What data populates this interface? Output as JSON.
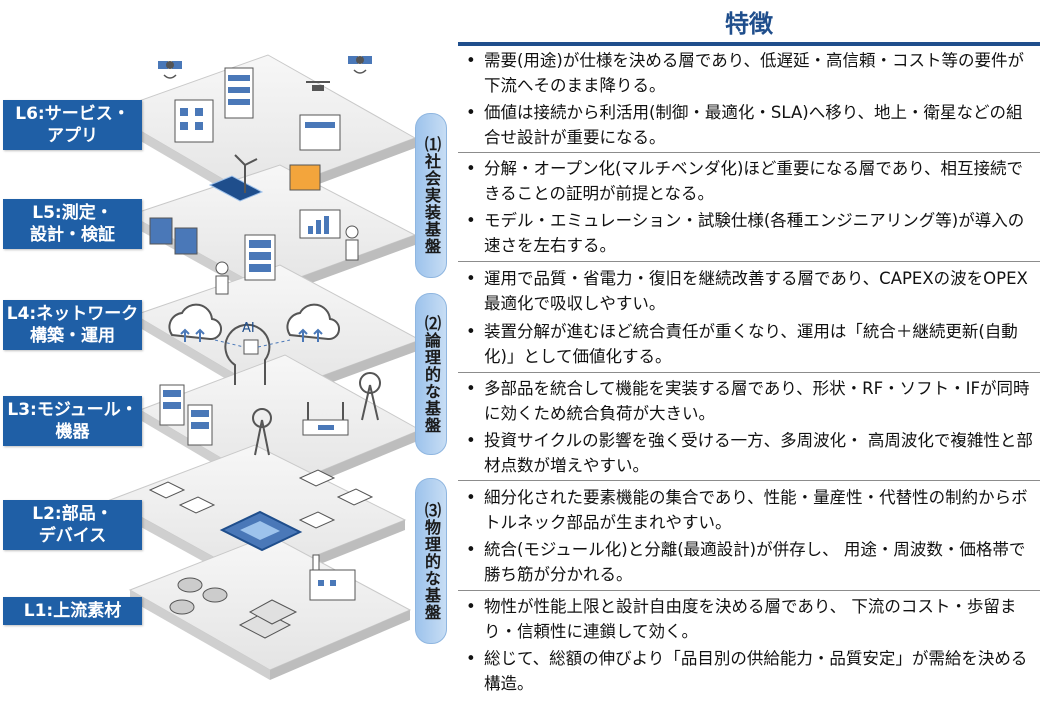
{
  "title": "特徴",
  "layers": [
    {
      "label_lines": [
        "L6:サービス・",
        "アプリ"
      ]
    },
    {
      "label_lines": [
        "L5:測定・",
        "設計・検証"
      ]
    },
    {
      "label_lines": [
        "L4:ネットワーク",
        "構築・運用"
      ]
    },
    {
      "label_lines": [
        "L3:モジュール・",
        "機器"
      ]
    },
    {
      "label_lines": [
        "L2:部品・",
        "デバイス"
      ]
    },
    {
      "label_lines": [
        "L1:上流素材"
      ]
    }
  ],
  "groups": [
    {
      "label": "⑴社会実装基盤"
    },
    {
      "label": "⑵論理的な基盤"
    },
    {
      "label": "⑶物理的な基盤"
    }
  ],
  "illustration": {
    "ai_text": "AI"
  },
  "features": [
    {
      "bullets": [
        "需要(用途)が仕様を決める層であり、低遅延・高信頼・コスト等の要件が下流へそのまま降りる。",
        "価値は接続から利活用(制御・最適化・SLA)へ移り、地上・衛星などの組合せ設計が重要になる。"
      ]
    },
    {
      "bullets": [
        "分解・オープン化(マルチベンダ化)ほど重要になる層であり、相互接続できることの証明が前提となる。",
        "モデル・エミュレーション・試験仕様(各種エンジニアリング等)が導入の速さを左右する。"
      ]
    },
    {
      "bullets": [
        "運用で品質・省電力・復旧を継続改善する層であり、CAPEXの波をOPEX最適化で吸収しやすい。",
        "装置分解が進むほど統合責任が重くなり、運用は「統合＋継続更新(自動化)」として価値化する。"
      ]
    },
    {
      "bullets": [
        "多部品を統合して機能を実装する層であり、形状・RF・ソフト・IFが同時に効くため統合負荷が大きい。",
        "投資サイクルの影響を強く受ける一方、多周波化・ 高周波化で複雑性と部材点数が増えやすい。"
      ]
    },
    {
      "bullets": [
        "細分化された要素機能の集合であり、性能・量産性・代替性の制約からボトルネック部品が生まれやすい。",
        "統合(モジュール化)と分離(最適設計)が併存し、 用途・周波数・価格帯で勝ち筋が分かれる。"
      ]
    },
    {
      "bullets": [
        "物性が性能上限と設計自由度を決める層であり、 下流のコスト・歩留まり・信頼性に連鎖して効く。",
        "総じて、総額の伸びより「品目別の供給能力・品質安定」が需給を決める構造。"
      ]
    }
  ]
}
